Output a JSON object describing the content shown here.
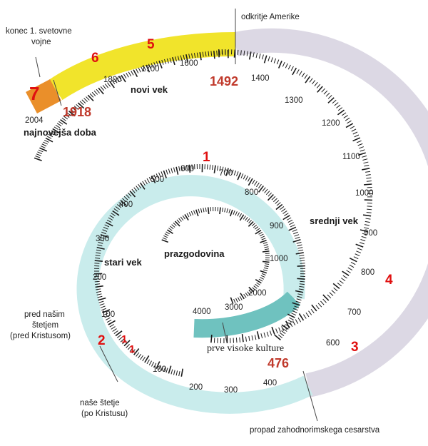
{
  "colors": {
    "modern": "#f1e42b",
    "newest": "#ea8f2a",
    "medieval": "#dcd8e4",
    "ancient": "#c9ecec",
    "prehistory_culture": "#6fc2bf",
    "marker": "#e01010",
    "year": "#c0392b"
  },
  "labels": {
    "konec_line1": "konec 1. svetovne",
    "konec_line2": "vojne",
    "odkritje": "odkritje Amerike",
    "year_1492": "1492",
    "year_1918": "1918",
    "year_2004": "2004",
    "year_476": "476",
    "novi_vek": "novi vek",
    "najnovejsa": "najnovejša doba",
    "srednji_vek": "srednji vek",
    "stari_vek": "stari vek",
    "prazgodovina": "prazgodovina",
    "prve_kulture": "prve visoke kulture",
    "pred_line1": "pred našim",
    "pred_line2": "štetjem",
    "pred_line3": "(pred Kristusom)",
    "nase_line1": "naše štetje",
    "nase_line2": "(po Kristusu)",
    "propad": "propad zahodnorimskega cesarstva"
  },
  "markers": [
    "7",
    "6",
    "5",
    "1",
    "4",
    "3",
    "2",
    "1",
    "1"
  ],
  "ticks": {
    "modern": [
      "1800",
      "1700",
      "1600",
      "1400"
    ],
    "medieval": [
      "1300",
      "1200",
      "1100",
      "1000",
      "900",
      "800",
      "700",
      "600"
    ],
    "ad": [
      "100",
      "200",
      "300",
      "400"
    ],
    "bc": [
      "100",
      "200",
      "300",
      "400",
      "500",
      "600",
      "700",
      "800",
      "900",
      "1000",
      "2000",
      "3000",
      "4000"
    ]
  }
}
